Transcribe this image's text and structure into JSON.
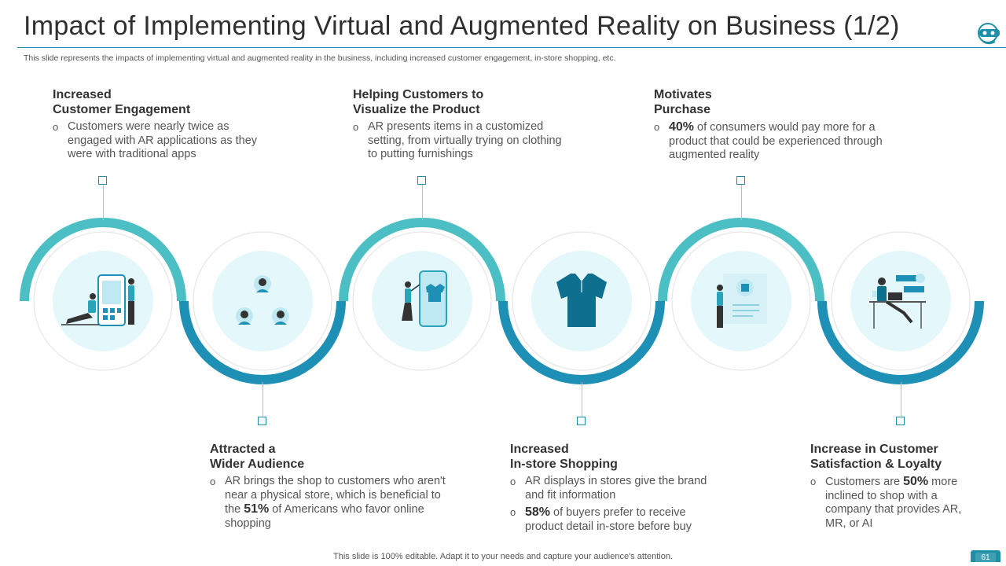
{
  "title": "Impact of Implementing Virtual and Augmented Reality on Business (1/2)",
  "subtitle": "This slide represents the impacts of implementing virtual and augmented reality in the business, including increased customer engagement, in-store shopping, etc.",
  "items": [
    {
      "title": "Increased\nCustomer Engagement",
      "bullets": [
        {
          "pre": "",
          "strong": "",
          "post": "Customers were nearly twice as engaged with AR applications as they were with traditional apps"
        }
      ]
    },
    {
      "title": "Attracted a\nWider Audience",
      "bullets": [
        {
          "pre": "AR brings the shop to customers who aren't near a physical store, which is beneficial to the ",
          "strong": "51%",
          "post": " of Americans who favor online shopping"
        }
      ]
    },
    {
      "title": "Helping Customers to\nVisualize the Product",
      "bullets": [
        {
          "pre": "",
          "strong": "",
          "post": "AR presents items in a customized setting, from virtually trying on clothing to putting furnishings"
        }
      ]
    },
    {
      "title": "Increased\nIn-store Shopping",
      "bullets": [
        {
          "pre": "",
          "strong": "",
          "post": "AR displays in stores give the brand and fit information"
        },
        {
          "pre": "",
          "strong": "58%",
          "post": " of buyers prefer to receive product detail in-store before buy"
        }
      ]
    },
    {
      "title": "Motivates\nPurchase",
      "bullets": [
        {
          "pre": "",
          "strong": "40%",
          "post": " of consumers would pay more for a product that could be experienced through augmented reality"
        }
      ]
    },
    {
      "title": "Increase in Customer\nSatisfaction & Loyalty",
      "bullets": [
        {
          "pre": "Customers are ",
          "strong": "50%",
          "post": " more inclined to shop with a company that provides AR, MR, or AI"
        }
      ]
    }
  ],
  "footer": "This slide is 100% editable. Adapt it to your needs and capture your audience's attention.",
  "page_number": "61",
  "colors": {
    "teal_light": "#4bbfc3",
    "teal_dark": "#1e8fb5",
    "icon_bg": "#e4f7fb",
    "icon_dark": "#0f6f8f"
  },
  "icons": [
    "people-with-phone-icon",
    "audience-group-icon",
    "virtual-try-on-icon",
    "polo-shirt-icon",
    "presentation-board-icon",
    "customer-satisfaction-icon"
  ]
}
